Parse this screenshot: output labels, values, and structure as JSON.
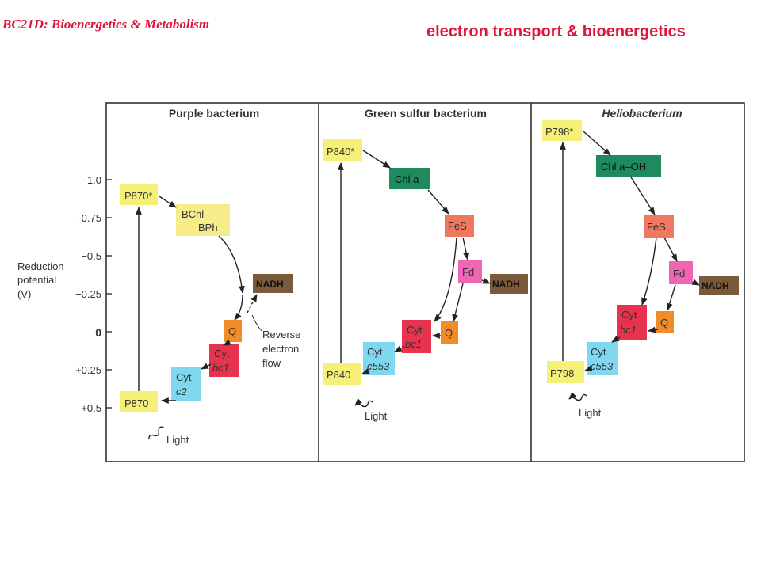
{
  "header": {
    "course": "BC21D: Bioenergetics & Metabolism",
    "title": "electron transport & bioenergetics"
  },
  "figure": {
    "axis": {
      "label_lines": [
        "Reduction",
        "potential",
        "(V)"
      ],
      "ticks": [
        "−1.0",
        "−0.75",
        "−0.5",
        "−0.25",
        "0",
        "+0.25",
        "+0.5"
      ]
    },
    "panels": [
      {
        "title": "Purple bacterium",
        "boxes": {
          "p_excited": "P870*",
          "bchl": [
            "BChl",
            "BPh"
          ],
          "nadh": "NADH",
          "q": "Q",
          "cyt_bc1": [
            "Cyt",
            "bc1"
          ],
          "cyt_c": [
            "Cyt",
            "c2"
          ],
          "p_ground": "P870"
        },
        "light": "Light",
        "annotation": [
          "Reverse",
          "electron",
          "flow"
        ]
      },
      {
        "title": "Green sulfur bacterium",
        "boxes": {
          "p_excited": "P840*",
          "chl": "Chl a",
          "fes": "FeS",
          "fd": "Fd",
          "nadh": "NADH",
          "cyt_bc1": [
            "Cyt",
            "bc1"
          ],
          "q": "Q",
          "cyt_c": [
            "Cyt",
            "c553"
          ],
          "p_ground": "P840"
        },
        "light": "Light"
      },
      {
        "title": "Heliobacterium",
        "boxes": {
          "p_excited": "P798*",
          "chl": "Chl a–OH",
          "fes": "FeS",
          "fd": "Fd",
          "nadh": "NADH",
          "cyt_bc1": [
            "Cyt",
            "bc1"
          ],
          "q": "Q",
          "cyt_c": [
            "Cyt",
            "c553"
          ],
          "p_ground": "P798"
        },
        "light": "Light"
      }
    ],
    "colors": {
      "p_box": "#f6f176",
      "bchl_box": "#f6ec8a",
      "nadh_box": "#7a5a3a",
      "q_box": "#f08c2a",
      "cyt_bc1_box": "#e8334e",
      "cyt_c_box": "#7fd8f0",
      "chl_box": "#1f8a5e",
      "fes_box": "#f07860",
      "fd_box": "#ee66b4"
    }
  }
}
